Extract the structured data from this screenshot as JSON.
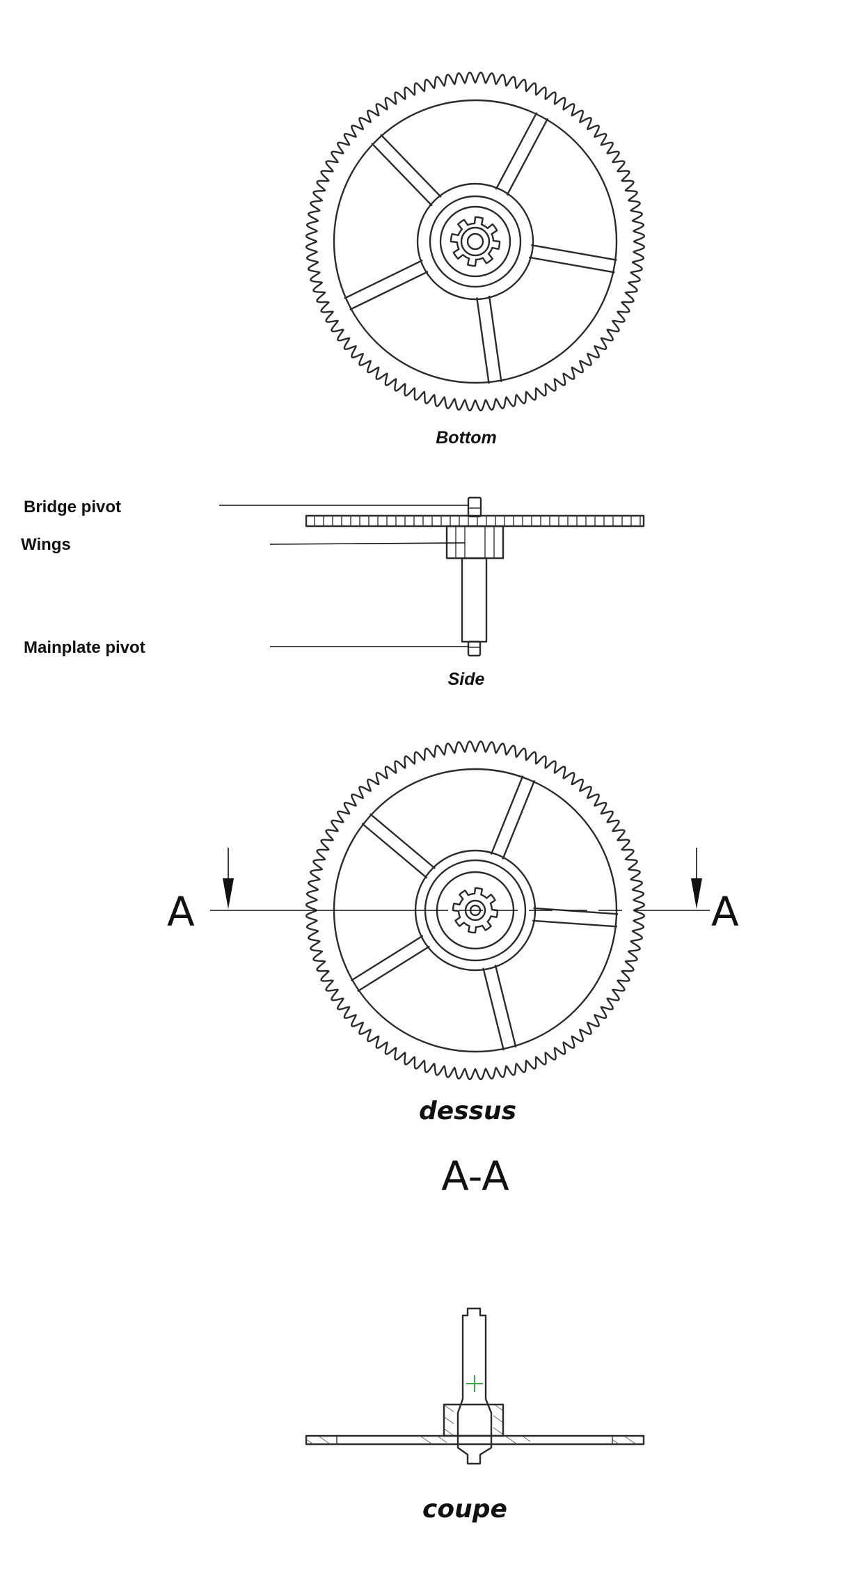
{
  "views": {
    "bottom": {
      "caption": "Bottom"
    },
    "side": {
      "caption": "Side",
      "callouts": [
        "Bridge pivot",
        "Wings",
        "Mainplate pivot"
      ]
    },
    "top": {
      "caption": "dessus",
      "section_marker": "A"
    },
    "section": {
      "title": "A-A",
      "caption": "coupe"
    }
  },
  "wheel": {
    "teeth": 96,
    "spokes": 5,
    "pinion_leaves": 8
  },
  "colors": {
    "ink": "#2b2b2b",
    "center_mark": "#3aa845"
  }
}
